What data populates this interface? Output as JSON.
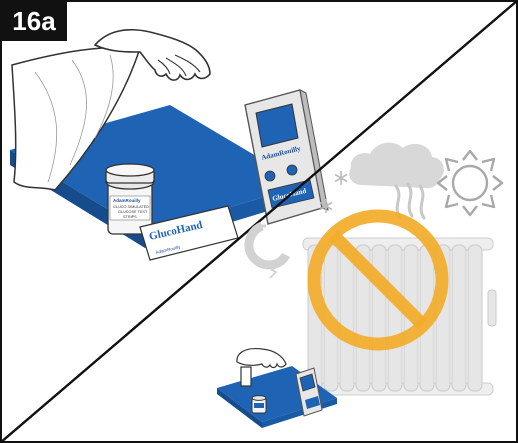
{
  "step_label": "16a",
  "meter": {
    "brand": "AdamRouilly",
    "logo": "GlucoHand"
  },
  "strip_vial": {
    "label_lines": [
      "AdamRouilly",
      "GLUCO SIMULATED",
      "GLUCOSE TEST",
      "STRIPS"
    ]
  },
  "card": {
    "logo": "GlucoHand",
    "footer": "AdamRouilly"
  },
  "colors": {
    "mat_blue": "#1f63b5",
    "prohibition_orange": "#f2ad2c",
    "frame_black": "#111111",
    "radiator_grey": "#e6e6e6",
    "cloud_grey": "#d8d8d8"
  }
}
